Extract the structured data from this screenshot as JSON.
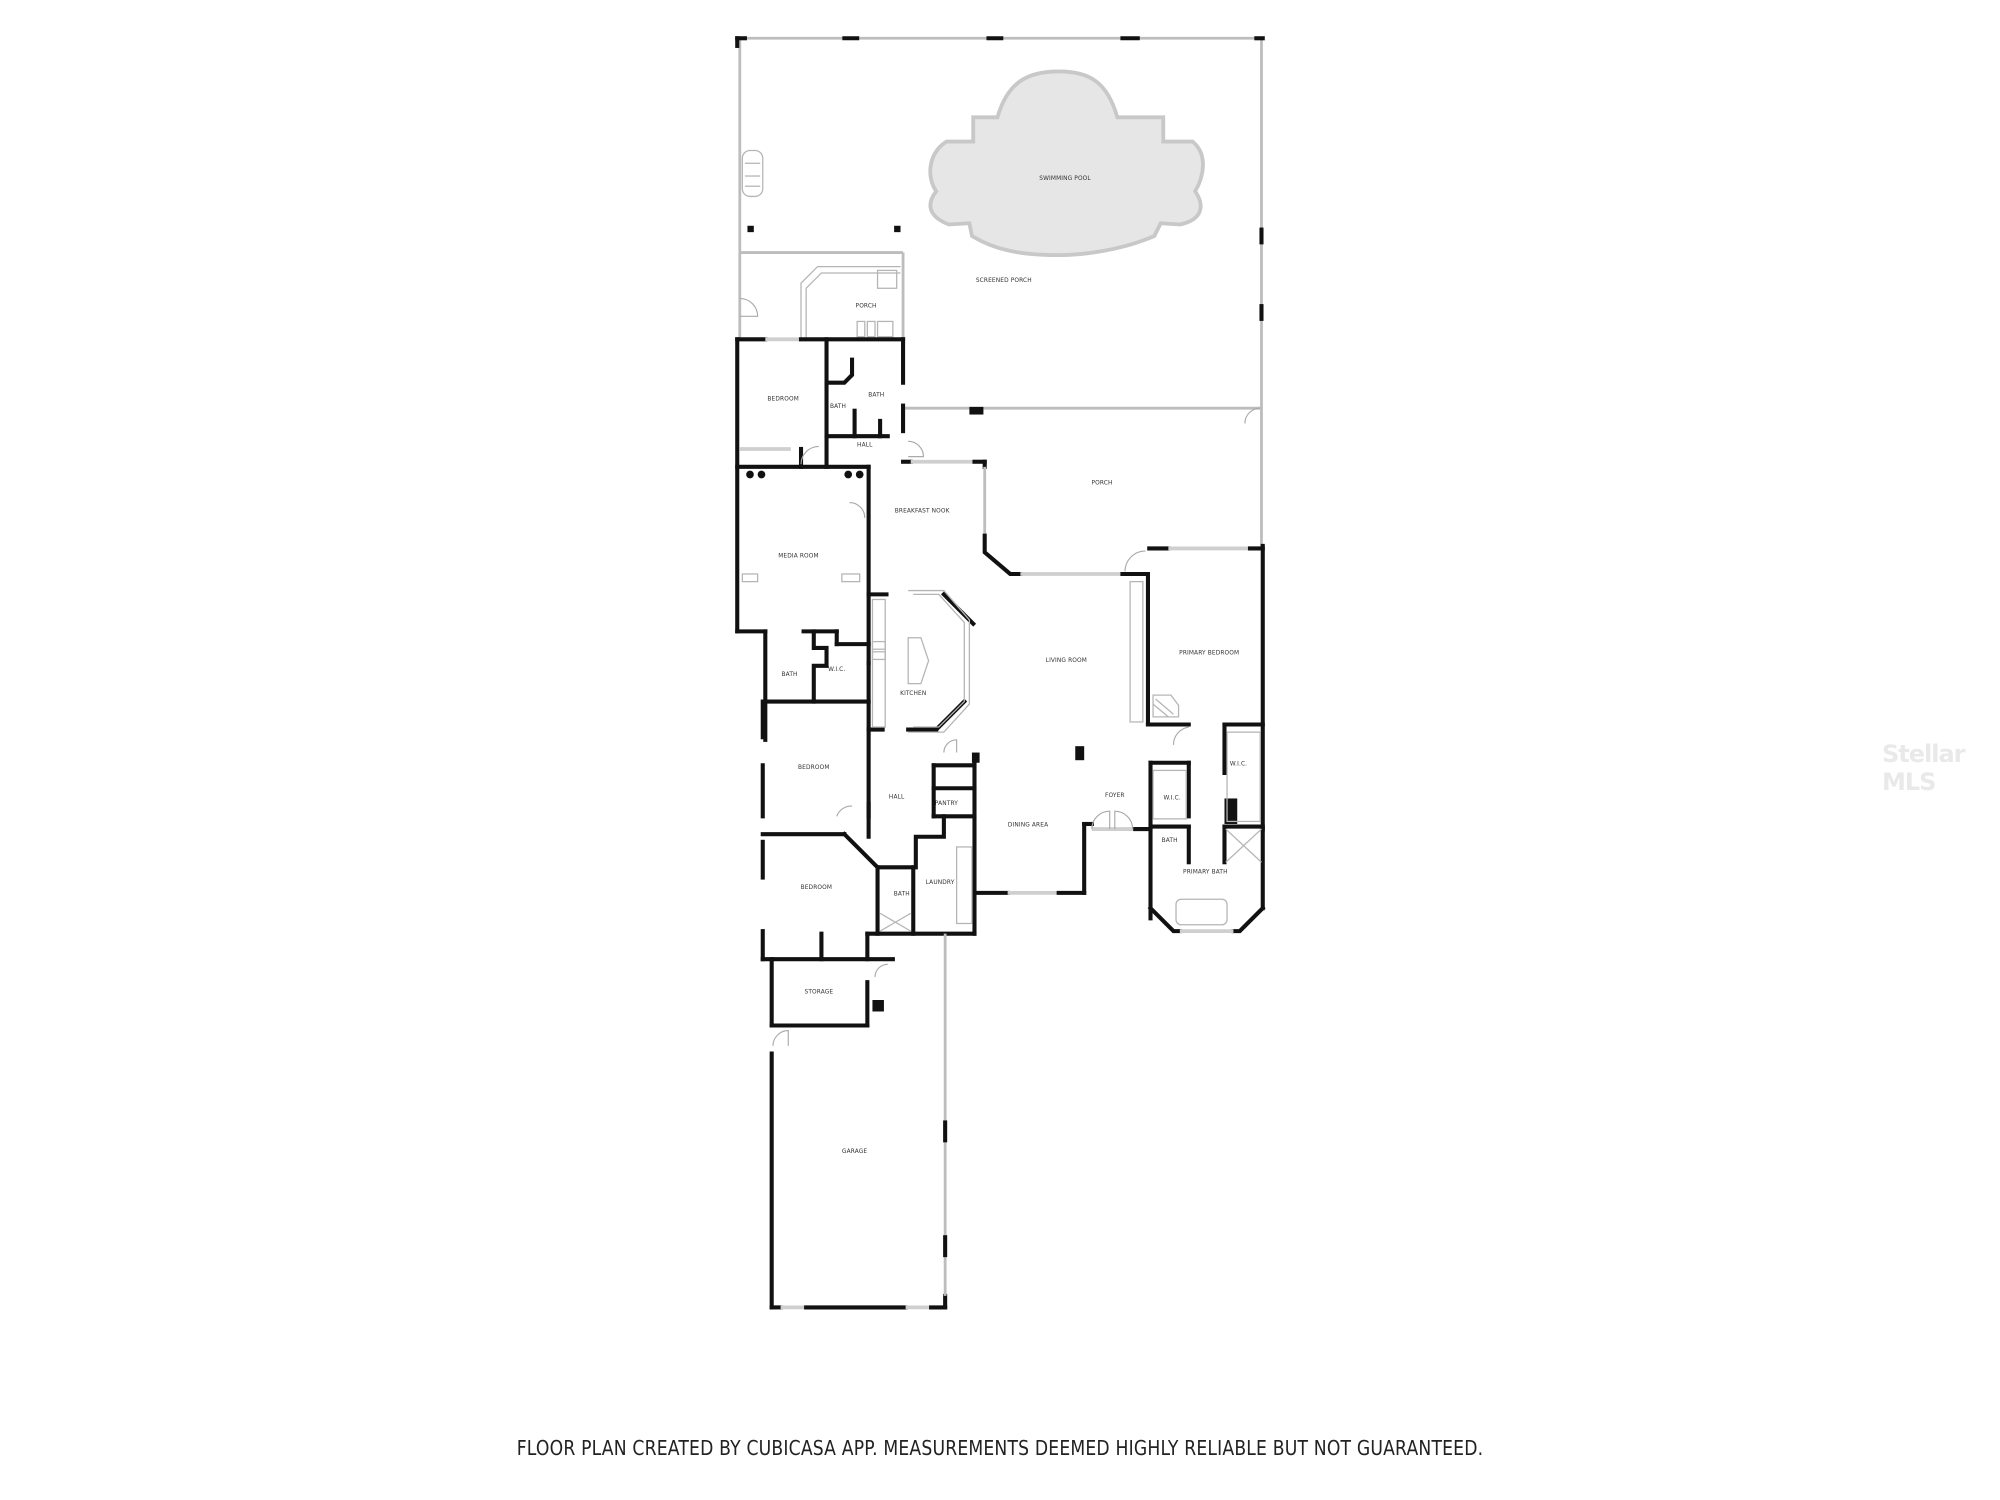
{
  "floor_plan": {
    "rooms": {
      "swimming_pool": "SWIMMING POOL",
      "screened_porch": "SCREENED PORCH",
      "porch_small": "PORCH",
      "bedroom_1": "BEDROOM",
      "bath_1": "BATH",
      "bath_2": "BATH",
      "hall_1": "HALL",
      "porch_large": "PORCH",
      "breakfast_nook": "BREAKFAST NOOK",
      "media_room": "MEDIA ROOM",
      "bath_3": "BATH",
      "wic_1": "W.I.C.",
      "kitchen": "KITCHEN",
      "living_room": "LIVING ROOM",
      "primary_bedroom": "PRIMARY BEDROOM",
      "bedroom_2": "BEDROOM",
      "hall_2": "HALL",
      "pantry": "PANTRY",
      "dining_area": "DINING AREA",
      "foyer": "FOYER",
      "wic_2": "W.I.C.",
      "wic_3": "W.I.C.",
      "bath_4": "BATH",
      "primary_bath": "PRIMARY BATH",
      "bedroom_3": "BEDROOM",
      "bath_5": "BATH",
      "laundry": "LAUNDRY",
      "storage": "STORAGE",
      "garage": "GARAGE"
    }
  },
  "footer": {
    "disclaimer": "FLOOR PLAN CREATED BY CUBICASA APP. MEASUREMENTS DEEMED HIGHLY RELIABLE BUT NOT GUARANTEED."
  },
  "watermark": {
    "text": "Stellar MLS"
  }
}
